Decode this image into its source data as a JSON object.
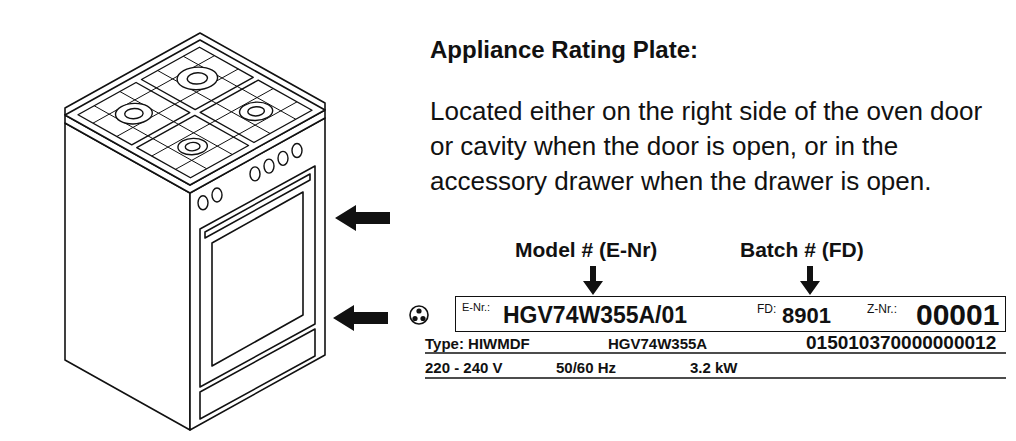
{
  "diagram": {
    "title": "Appliance Rating Plate:",
    "nodes": [
      {
        "text": [
          "E-Nr.:",
          "HGV74W355A/01",
          "FD:",
          "8901",
          "Z-Nr.:",
          "00001"
        ]
      }
    ],
    "labels": [
      "Located either on the right side of the oven door or cavity when the door is open, or in the accessory drawer when the drawer is open.",
      "Model # (E-Nr)",
      "Batch # (FD)",
      "Type: HIWMDF",
      "HGV74W355A",
      "015010370000000012",
      "220 - 240 V",
      "50/60 Hz",
      "3.2 kW"
    ]
  }
}
